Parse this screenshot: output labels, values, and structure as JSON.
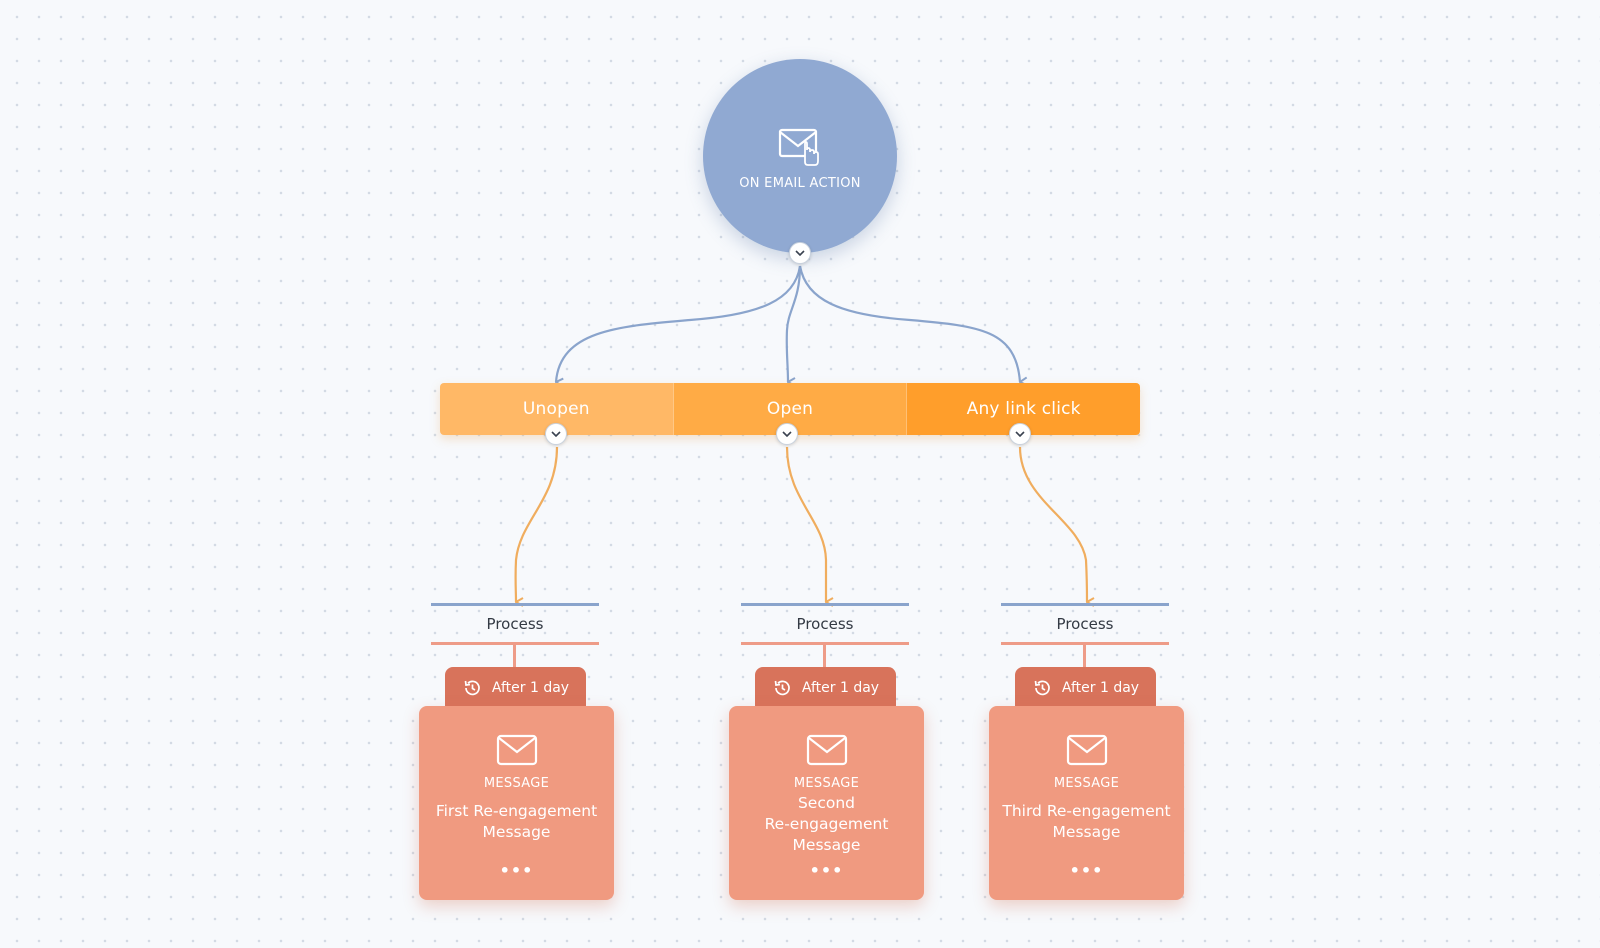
{
  "trigger": {
    "label": "ON EMAIL ACTION",
    "icon": "email-cursor-icon"
  },
  "conditions": [
    {
      "label": "Unopen"
    },
    {
      "label": "Open"
    },
    {
      "label": "Any link click"
    }
  ],
  "branches": [
    {
      "process": "Process",
      "delay": "After 1 day",
      "card_type": "MESSAGE",
      "card_title": "First Re-engagement\nMessage",
      "more": "•••"
    },
    {
      "process": "Process",
      "delay": "After 1 day",
      "card_type": "MESSAGE",
      "card_title": "Second\nRe-engagement\nMessage",
      "more": "•••"
    },
    {
      "process": "Process",
      "delay": "After 1 day",
      "card_type": "MESSAGE",
      "card_title": "Third Re-engagement\nMessage",
      "more": "•••"
    }
  ],
  "colors": {
    "trigger": "#90a9d2",
    "condition_light": "#ffb866",
    "condition_mid": "#ffab45",
    "condition_dark": "#ff9e2b",
    "process_top": "#8aa4cc",
    "process_bottom": "#ee9c88",
    "delay": "#d8735b",
    "card": "#f09a80",
    "blue_connector": "#8aa4cc",
    "orange_connector": "#f0ad5e"
  }
}
